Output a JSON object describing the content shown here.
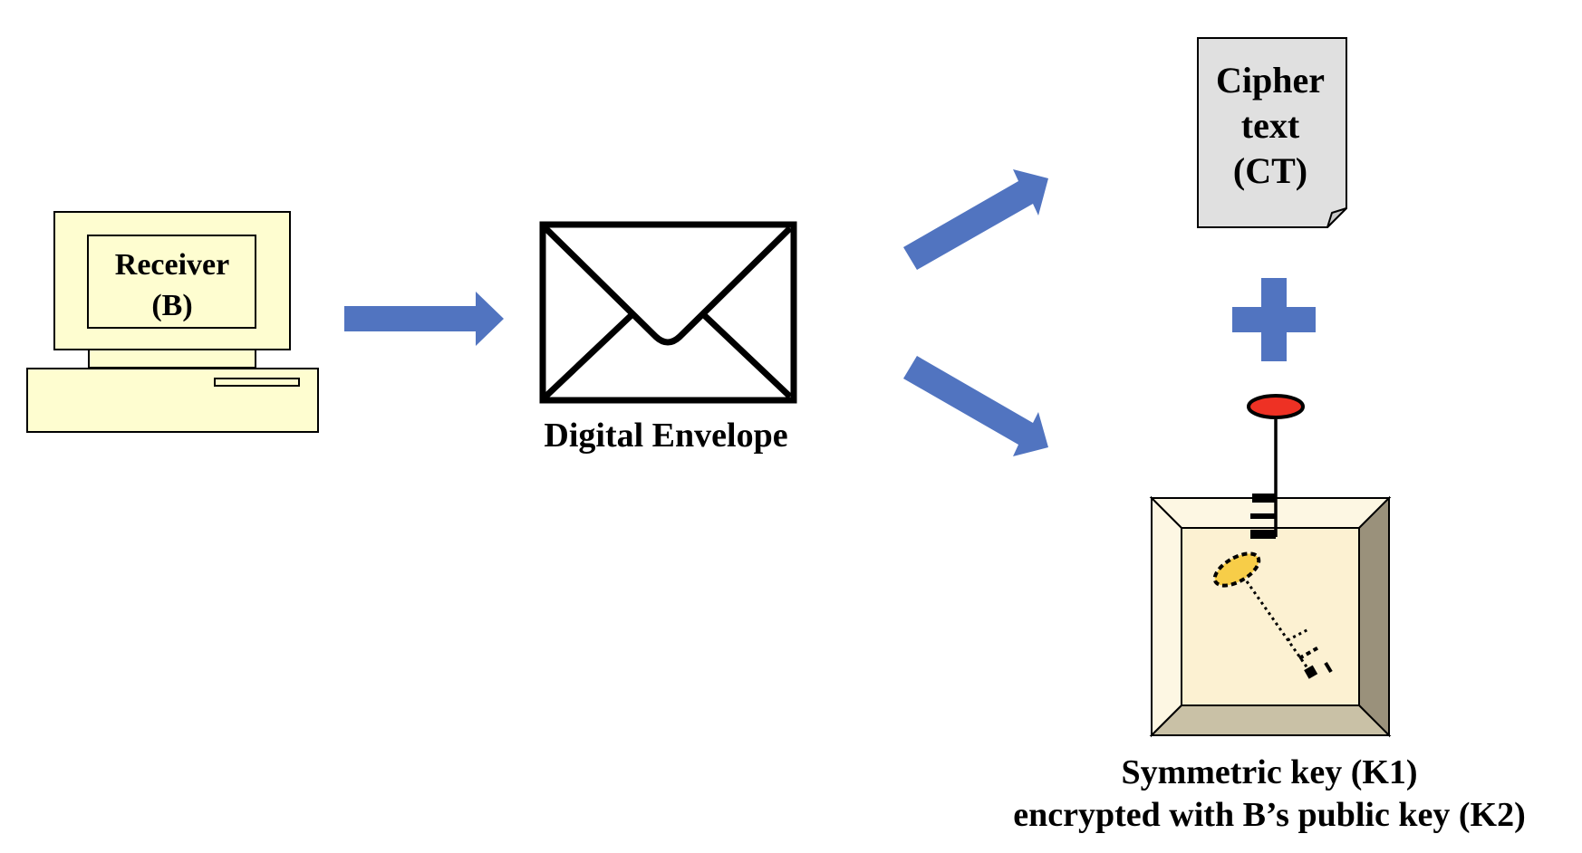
{
  "diagram": {
    "title": "Digital envelope opening flow",
    "colors": {
      "arrow": "#5174C0",
      "computer_fill": "#FEFDD0",
      "document_fill": "#E0E0E0",
      "safe_face": "#FCF1D2",
      "safe_top": "#FDF7E3",
      "safe_right": "#9A917B",
      "safe_bottom": "#C9C1A6",
      "key_red": "#EE3124",
      "key_gold": "#F7CD48"
    },
    "receiver": {
      "line1": "Receiver",
      "line2": "(B)"
    },
    "envelope": {
      "label": "Digital Envelope"
    },
    "ciphertext": {
      "line1": "Cipher",
      "line2": "text",
      "line3": "(CT)"
    },
    "plus": {
      "symbol": "+"
    },
    "key_box": {
      "line1": "Symmetric key (K1)",
      "line2": "encrypted with B’s public key (K2)"
    },
    "arrows": [
      {
        "from": "receiver",
        "to": "envelope"
      },
      {
        "from": "envelope",
        "to": "ciphertext"
      },
      {
        "from": "envelope",
        "to": "key_box"
      }
    ]
  }
}
